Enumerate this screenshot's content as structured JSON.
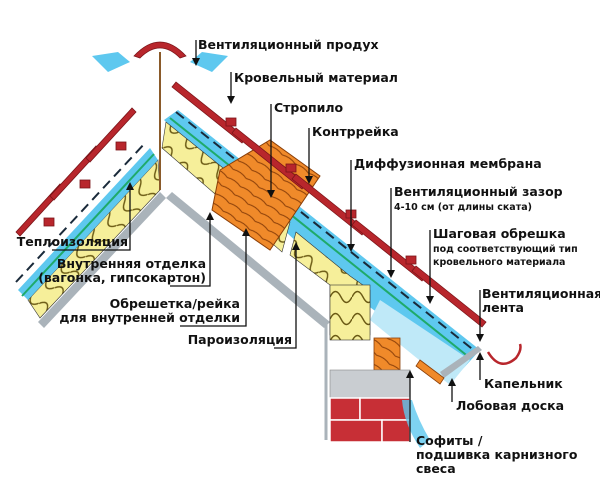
{
  "labels": {
    "ridge_vent": "Вентиляционный продух",
    "roofing": "Кровельный материал",
    "rafter": "Стропило",
    "counter_batten": "Контррейка",
    "membrane": "Диффузионная мембрана",
    "vent_gap": "Вентиляционный зазор",
    "vent_gap_note": "4-10 см (от длины ската)",
    "lathing": "Шаговая обрешка",
    "lathing_note_1": "под соответствующий тип",
    "lathing_note_2": "кровельного материала",
    "vent_tape_1": "Вентиляционная",
    "vent_tape_2": "лента",
    "drip": "Капельник",
    "fascia": "Лобовая доска",
    "soffit_1": "Софиты /",
    "soffit_2": "подшивка карнизного",
    "soffit_3": "свеса",
    "insulation": "Теплоизоляция",
    "interior_1": "Внутренняя отделка",
    "interior_2": "(вагонка, гипсокартон)",
    "inner_batten_1": "Обрешетка/рейка",
    "inner_batten_2": "для внутренней отделки",
    "vapor": "Пароизоляция"
  },
  "colors": {
    "tile": "#b8262c",
    "tile_dark": "#7a1418",
    "air": "#5ec8ef",
    "air_light": "#bfe9f8",
    "insulation": "#f6ef9a",
    "wood": "#f08a2a",
    "membrane": "#1faa6a",
    "board": "#aab3ba",
    "brick": "#c72f36",
    "concrete": "#c9cdd1"
  }
}
